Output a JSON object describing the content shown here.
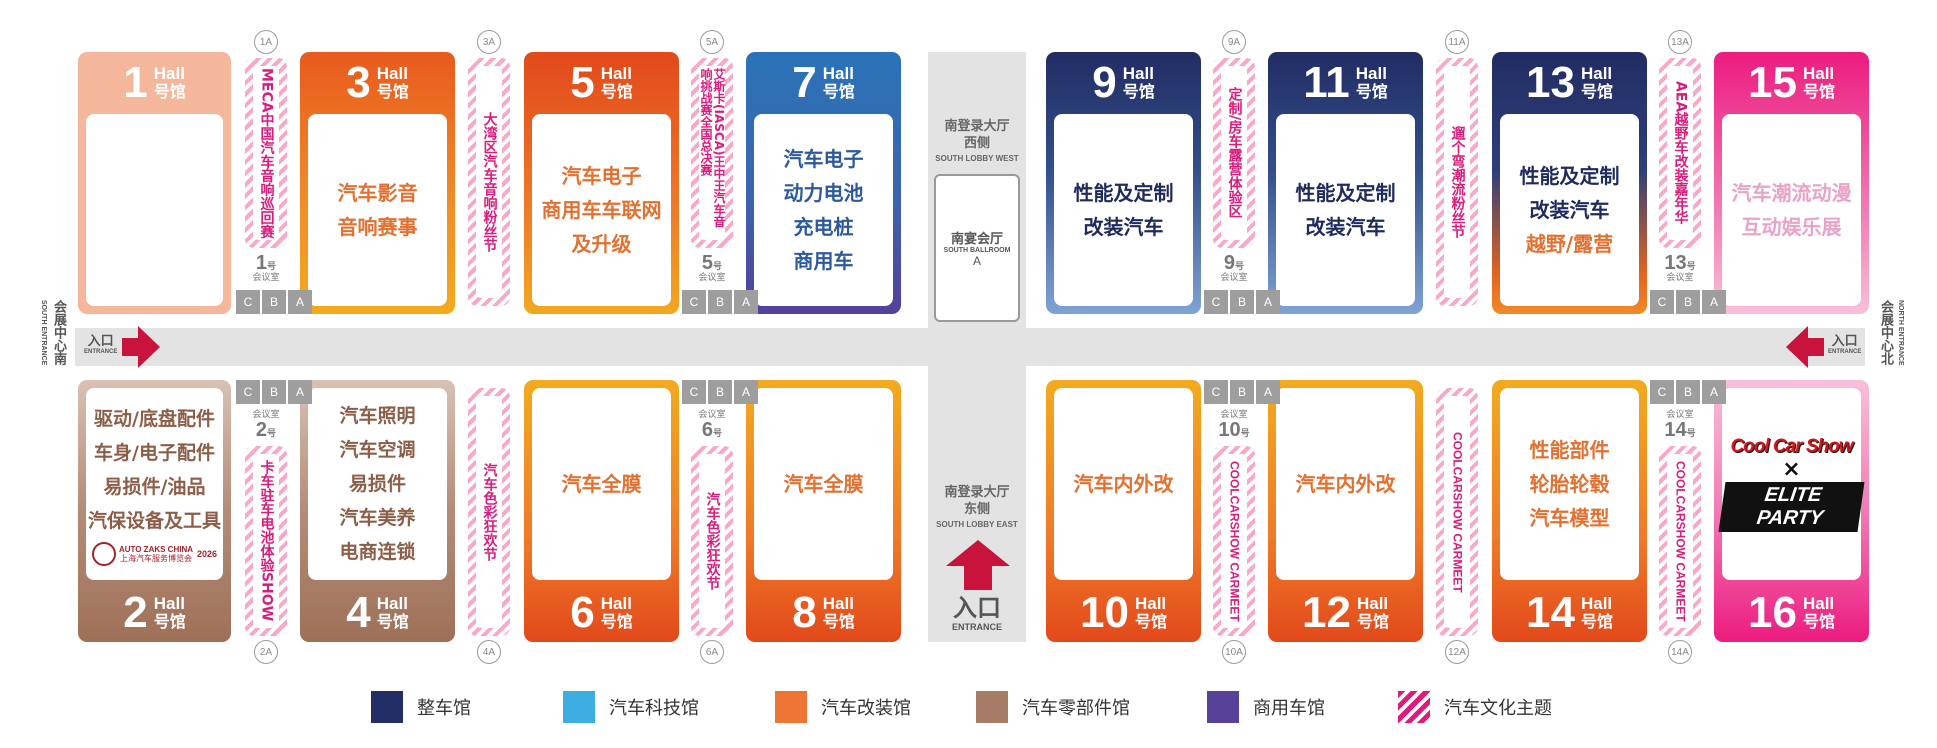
{
  "colors": {
    "complete_vehicle": "#232e66",
    "tech": "#3eaee2",
    "modification": "#ee7533",
    "parts": "#a77c66",
    "commercial": "#574199",
    "culture": "#e2197a"
  },
  "halls": {
    "h1": {
      "num": "1",
      "en": "Hall",
      "zh": "号馆",
      "lines": []
    },
    "h3": {
      "num": "3",
      "en": "Hall",
      "zh": "号馆",
      "lines": [
        "汽车影音",
        "音响赛事"
      ]
    },
    "h5": {
      "num": "5",
      "en": "Hall",
      "zh": "号馆",
      "lines": [
        "汽车电子",
        "商用车车联网",
        "及升级"
      ]
    },
    "h7": {
      "num": "7",
      "en": "Hall",
      "zh": "号馆",
      "lines": [
        "汽车电子",
        "动力电池",
        "充电桩",
        "商用车"
      ]
    },
    "h9": {
      "num": "9",
      "en": "Hall",
      "zh": "号馆",
      "lines": [
        "性能及定制",
        "改装汽车"
      ]
    },
    "h11": {
      "num": "11",
      "en": "Hall",
      "zh": "号馆",
      "lines": [
        "性能及定制",
        "改装汽车"
      ]
    },
    "h13": {
      "num": "13",
      "en": "Hall",
      "zh": "号馆",
      "lines": [
        "性能及定制",
        "改装汽车",
        "越野/露营"
      ]
    },
    "h15": {
      "num": "15",
      "en": "Hall",
      "zh": "号馆",
      "lines": [
        "汽车潮流动漫",
        "互动娱乐展"
      ]
    },
    "h2": {
      "num": "2",
      "en": "Hall",
      "zh": "号馆",
      "lines": [
        "驱动/底盘配件",
        "车身/电子配件",
        "易损件/油品",
        "汽保设备及工具"
      ],
      "logo": "AUTO ZAKS CHINA",
      "logo_sub": "上海汽车服务博览会",
      "logo_year": "2026"
    },
    "h4": {
      "num": "4",
      "en": "Hall",
      "zh": "号馆",
      "lines": [
        "汽车照明",
        "汽车空调",
        "易损件",
        "汽车美养",
        "电商连锁"
      ]
    },
    "h6": {
      "num": "6",
      "en": "Hall",
      "zh": "号馆",
      "lines": [
        "汽车全膜"
      ]
    },
    "h8": {
      "num": "8",
      "en": "Hall",
      "zh": "号馆",
      "lines": [
        "汽车全膜"
      ]
    },
    "h10": {
      "num": "10",
      "en": "Hall",
      "zh": "号馆",
      "lines": [
        "汽车内外改"
      ]
    },
    "h12": {
      "num": "12",
      "en": "Hall",
      "zh": "号馆",
      "lines": [
        "汽车内外改"
      ]
    },
    "h14": {
      "num": "14",
      "en": "Hall",
      "zh": "号馆",
      "lines": [
        "性能部件",
        "轮胎轮毂",
        "汽车模型"
      ]
    },
    "h16": {
      "num": "16",
      "en": "Hall",
      "zh": "号馆",
      "logo1": "Cool Car Show",
      "logo_x": "×",
      "logo2": "ELITE PARTY"
    }
  },
  "culture": {
    "c1a": {
      "code": "1A",
      "text": "MECA中国汽车音响巡回赛"
    },
    "c3a": {
      "code": "3A",
      "text": "大湾区汽车音响粉丝节"
    },
    "c5a": {
      "code": "5A",
      "text": "艾斯卡(IASCA)王中王汽车音响挑战赛全国总决赛"
    },
    "c9a": {
      "code": "9A",
      "text": "定制/房车露营体验区"
    },
    "c11a": {
      "code": "11A",
      "text": "遛个弯潮流粉丝节"
    },
    "c13a": {
      "code": "13A",
      "text": "AEA越野车改装嘉年华"
    },
    "c2a": {
      "code": "2A",
      "text": "卡车驻车电池体验SHOW"
    },
    "c4a": {
      "code": "4A",
      "text": "汽车色彩狂欢节"
    },
    "c6a": {
      "code": "6A",
      "text": "汽车色彩狂欢节"
    },
    "c10a": {
      "code": "10A",
      "text": "COOLCARSHOW CARMEET"
    },
    "c12a": {
      "code": "12A",
      "text": "COOLCARSHOW CARMEET"
    },
    "c14a": {
      "code": "14A",
      "text": "COOLCARSHOW CARMEET"
    }
  },
  "rooms": {
    "label": "会议室",
    "unit": "号",
    "cba": [
      "C",
      "B",
      "A"
    ],
    "r1": "1",
    "r5": "5",
    "r9": "9",
    "r13": "13",
    "r2": "2",
    "r6": "6",
    "r10": "10",
    "r14": "14"
  },
  "lobby": {
    "west_zh": "南登录大厅\n西侧",
    "west_en": "SOUTH LOBBY WEST",
    "ballroom_zh": "南宴会厅",
    "ballroom_en": "SOUTH BALLROOM",
    "ballroom_code": "A",
    "east_zh": "南登录大厅\n东侧",
    "east_en": "SOUTH LOBBY EAST",
    "entrance_zh": "入口",
    "entrance_en": "ENTRANCE"
  },
  "sides": {
    "south_zh": "会展中心南",
    "south_en": "SOUTH ENTRANCE",
    "north_zh": "会展中心北",
    "north_en": "NORTH ENTRANCE",
    "entrance_zh": "入口",
    "entrance_en": "ENTRANCE"
  },
  "legend": [
    {
      "label": "整车馆",
      "color": "#232e66"
    },
    {
      "label": "汽车科技馆",
      "color": "#3eaee2"
    },
    {
      "label": "汽车改装馆",
      "color": "#ee7533"
    },
    {
      "label": "汽车零部件馆",
      "color": "#a77c66"
    },
    {
      "label": "商用车馆",
      "color": "#574199"
    },
    {
      "label": "汽车文化主题",
      "color": "#e2197a",
      "pattern": "stripes"
    }
  ]
}
